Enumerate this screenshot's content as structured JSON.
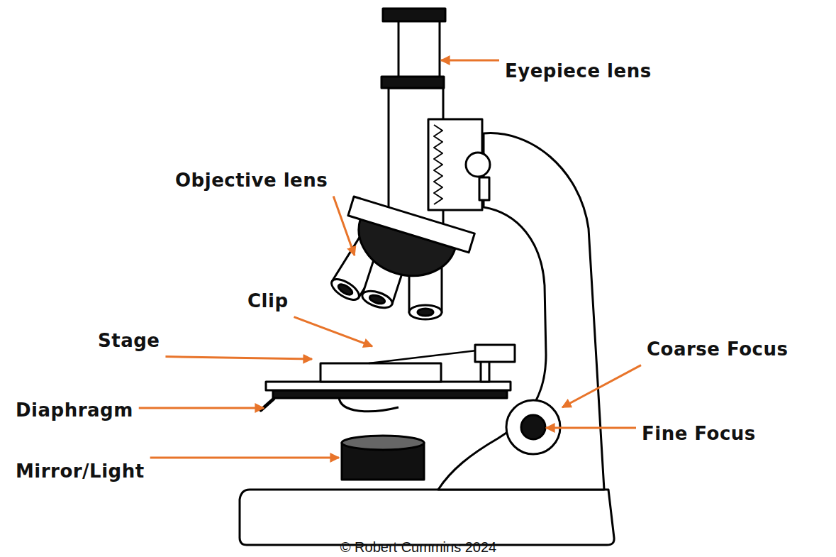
{
  "diagram": {
    "caption": "© Robert Cummins 2024",
    "labels": [
      "Eyepiece lens",
      "Objective lens",
      "Clip",
      "Stage",
      "Diaphragm",
      "Mirror/Light",
      "Coarse Focus",
      "Fine Focus"
    ]
  }
}
